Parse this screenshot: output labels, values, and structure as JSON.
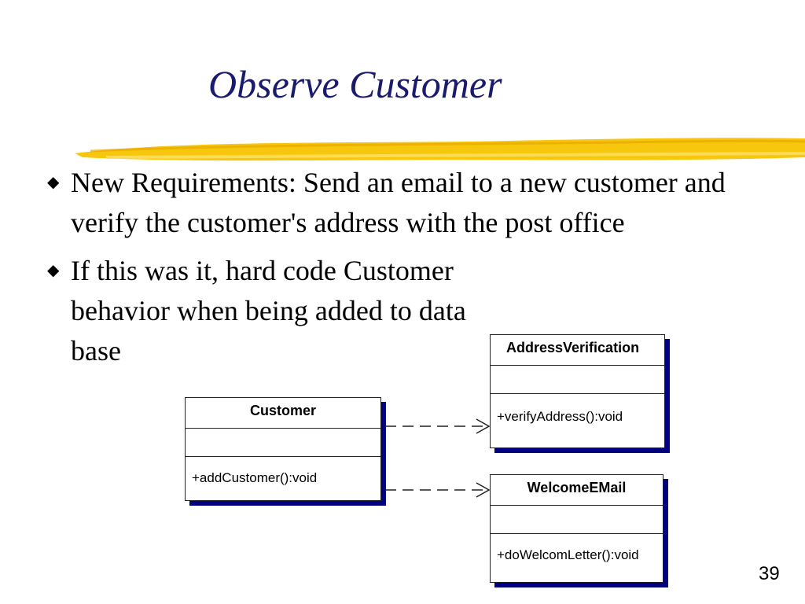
{
  "slide": {
    "title": "Observe Customer",
    "page_number": "39",
    "accent_color": "#1a1a6e",
    "stroke_color": "#f5c400"
  },
  "bullets": [
    {
      "icon": "diamond-bullet-icon",
      "text": "New Requirements: Send an email to a new customer and verify the customer's address with the post office"
    },
    {
      "icon": "diamond-bullet-icon",
      "text": "If this was it, hard code Customer behavior when being added to data base"
    }
  ],
  "diagram": {
    "classes": {
      "customer": {
        "name": "Customer",
        "operation": "+addCustomer():void"
      },
      "address_verification": {
        "name": "AddressVerification",
        "operation": "+verifyAddress():void"
      },
      "welcome_email": {
        "name": "WelcomeEMail",
        "operation": "+doWelcomLetter():void"
      }
    },
    "dependencies": [
      {
        "from": "Customer",
        "to": "AddressVerification",
        "style": "dashed-arrow"
      },
      {
        "from": "Customer",
        "to": "WelcomeEMail",
        "style": "dashed-arrow"
      }
    ]
  }
}
